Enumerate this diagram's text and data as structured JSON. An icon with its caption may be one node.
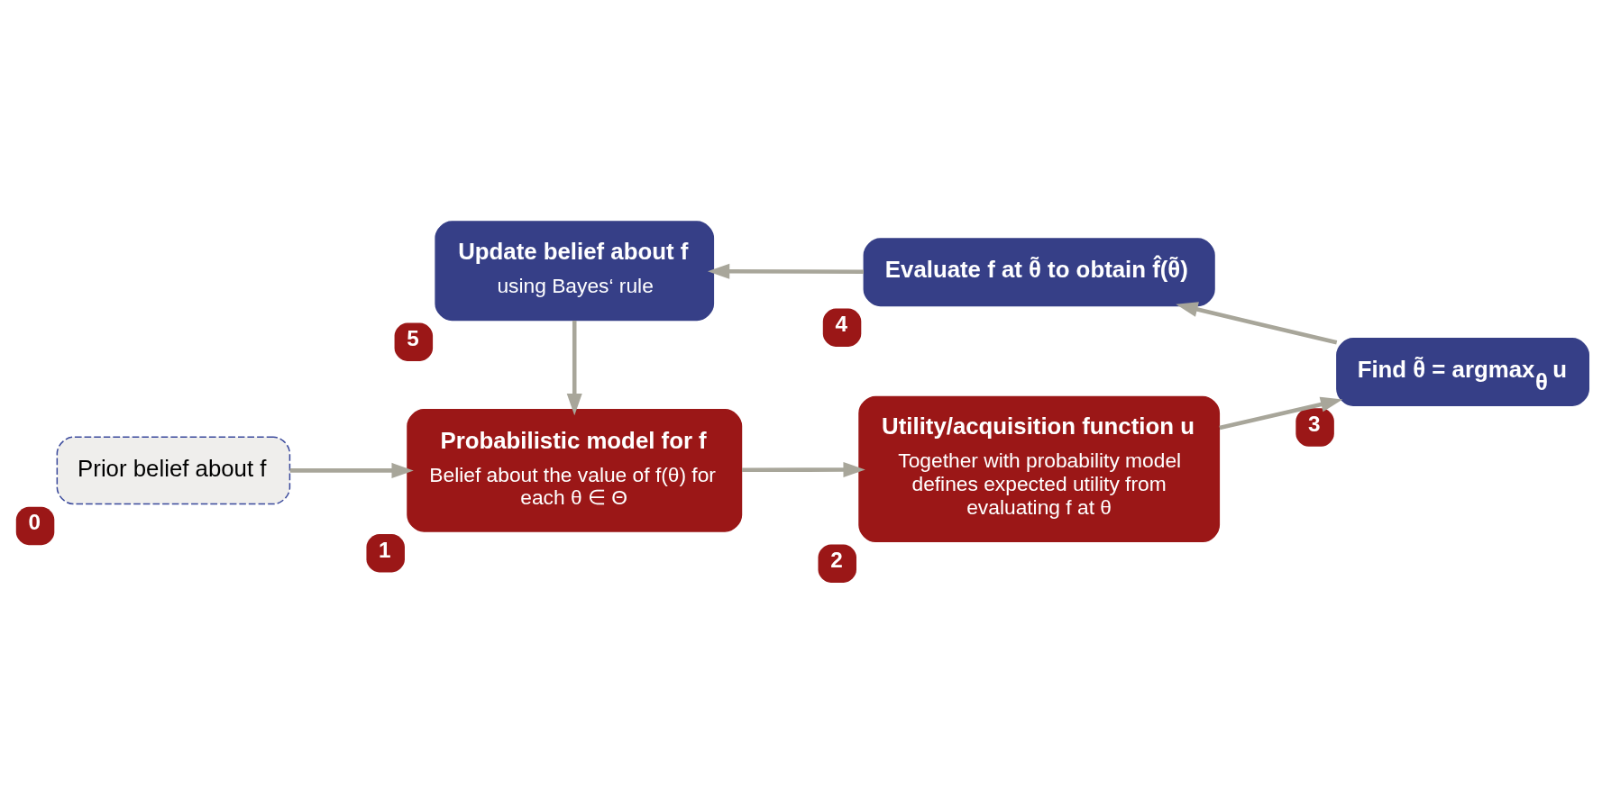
{
  "diagram": {
    "nodes": [
      {
        "text": [
          "Prior belief about f"
        ],
        "beside": [
          "0"
        ]
      },
      {
        "text": [
          "Probabilistic model for f",
          "Belief about the value of f(θ) for each θ ∈ Θ"
        ],
        "beside": [
          "1"
        ]
      },
      {
        "text": [
          "Utility/acquisition function u",
          "Together with probability model defines expected utility from evaluating f at θ"
        ],
        "beside": [
          "2"
        ]
      },
      {
        "text": [
          "Find θ̃ = argmax$_{θ}$ u"
        ],
        "beside": [
          "3"
        ]
      },
      {
        "text": [
          "Evaluate f at θ̃ to obtain f̂(θ̃)"
        ],
        "beside": [
          "4"
        ]
      },
      {
        "text": [
          "Update belief about f",
          "using Bayes‘ rule"
        ],
        "beside": [
          "5"
        ]
      }
    ],
    "edges": [
      {
        "from": 0,
        "to": 1,
        "arrow": "to"
      },
      {
        "from": 1,
        "to": 2,
        "arrow": "to"
      },
      {
        "from": 2,
        "to": 3,
        "arrow": "to"
      },
      {
        "from": 3,
        "to": 4,
        "arrow": "to"
      },
      {
        "from": 4,
        "to": 5,
        "arrow": "to"
      },
      {
        "from": 5,
        "to": 1,
        "arrow": "to"
      }
    ]
  }
}
